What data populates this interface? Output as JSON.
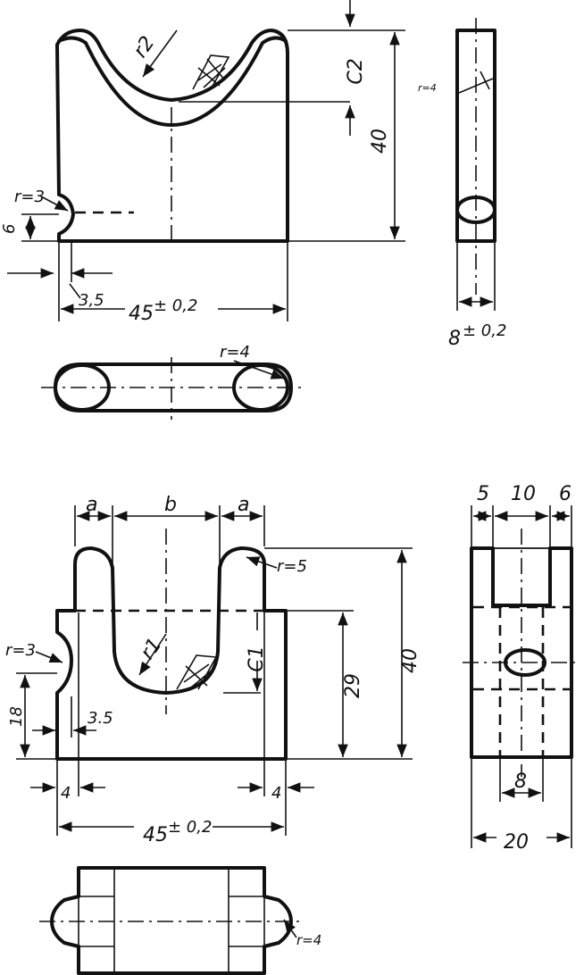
{
  "top_views": {
    "front": {
      "radius_label": "r2",
      "radius_small": "r=3",
      "height_label": "40",
      "chamfer_label": "C2",
      "groove_label": "6",
      "offset_label": "3,5",
      "width_label": "45",
      "width_tol": "± 0,2"
    },
    "side": {
      "radius_label": "r=4",
      "thickness_label": "8",
      "thickness_tol": "± 0,2"
    },
    "plan": {
      "radius_label": "r=4"
    }
  },
  "bottom_views": {
    "front": {
      "dim_a_left": "a",
      "dim_b": "b",
      "dim_a_right": "a",
      "radius_top": "r=5",
      "radius_slot": "r1",
      "radius_small": "r=3",
      "chamfer_label": "C1",
      "height_total": "40",
      "height_inner": "29",
      "groove_label": "18",
      "offset_label": "3.5",
      "wall_left": "4",
      "wall_right": "4",
      "width_label": "45",
      "width_tol": "± 0,2"
    },
    "side": {
      "dim_left": "5",
      "dim_mid": "10",
      "dim_right": "6",
      "slot_label": "8",
      "width_label": "20"
    },
    "plan": {
      "radius_label": "r=4"
    }
  }
}
